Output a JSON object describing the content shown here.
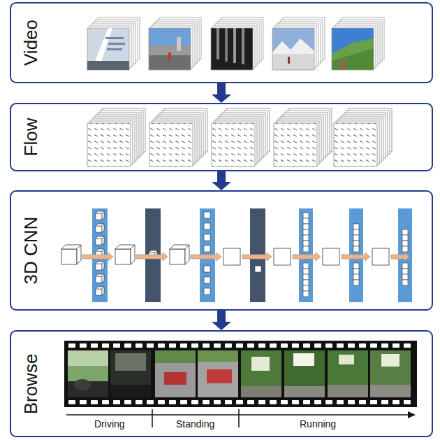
{
  "diagram": {
    "nodes": [
      {
        "text": [
          "Video"
        ]
      },
      {
        "text": [
          "Flow"
        ]
      },
      {
        "text": [
          "3D CNN"
        ]
      },
      {
        "text": [
          "Browse"
        ]
      }
    ],
    "edges": [
      {
        "from": 0,
        "to": 1,
        "arrow": "to"
      },
      {
        "from": 1,
        "to": 2,
        "arrow": "to"
      },
      {
        "from": 2,
        "to": 3,
        "arrow": "to"
      }
    ],
    "labels": [
      "Driving",
      "Standing",
      "Running"
    ]
  }
}
